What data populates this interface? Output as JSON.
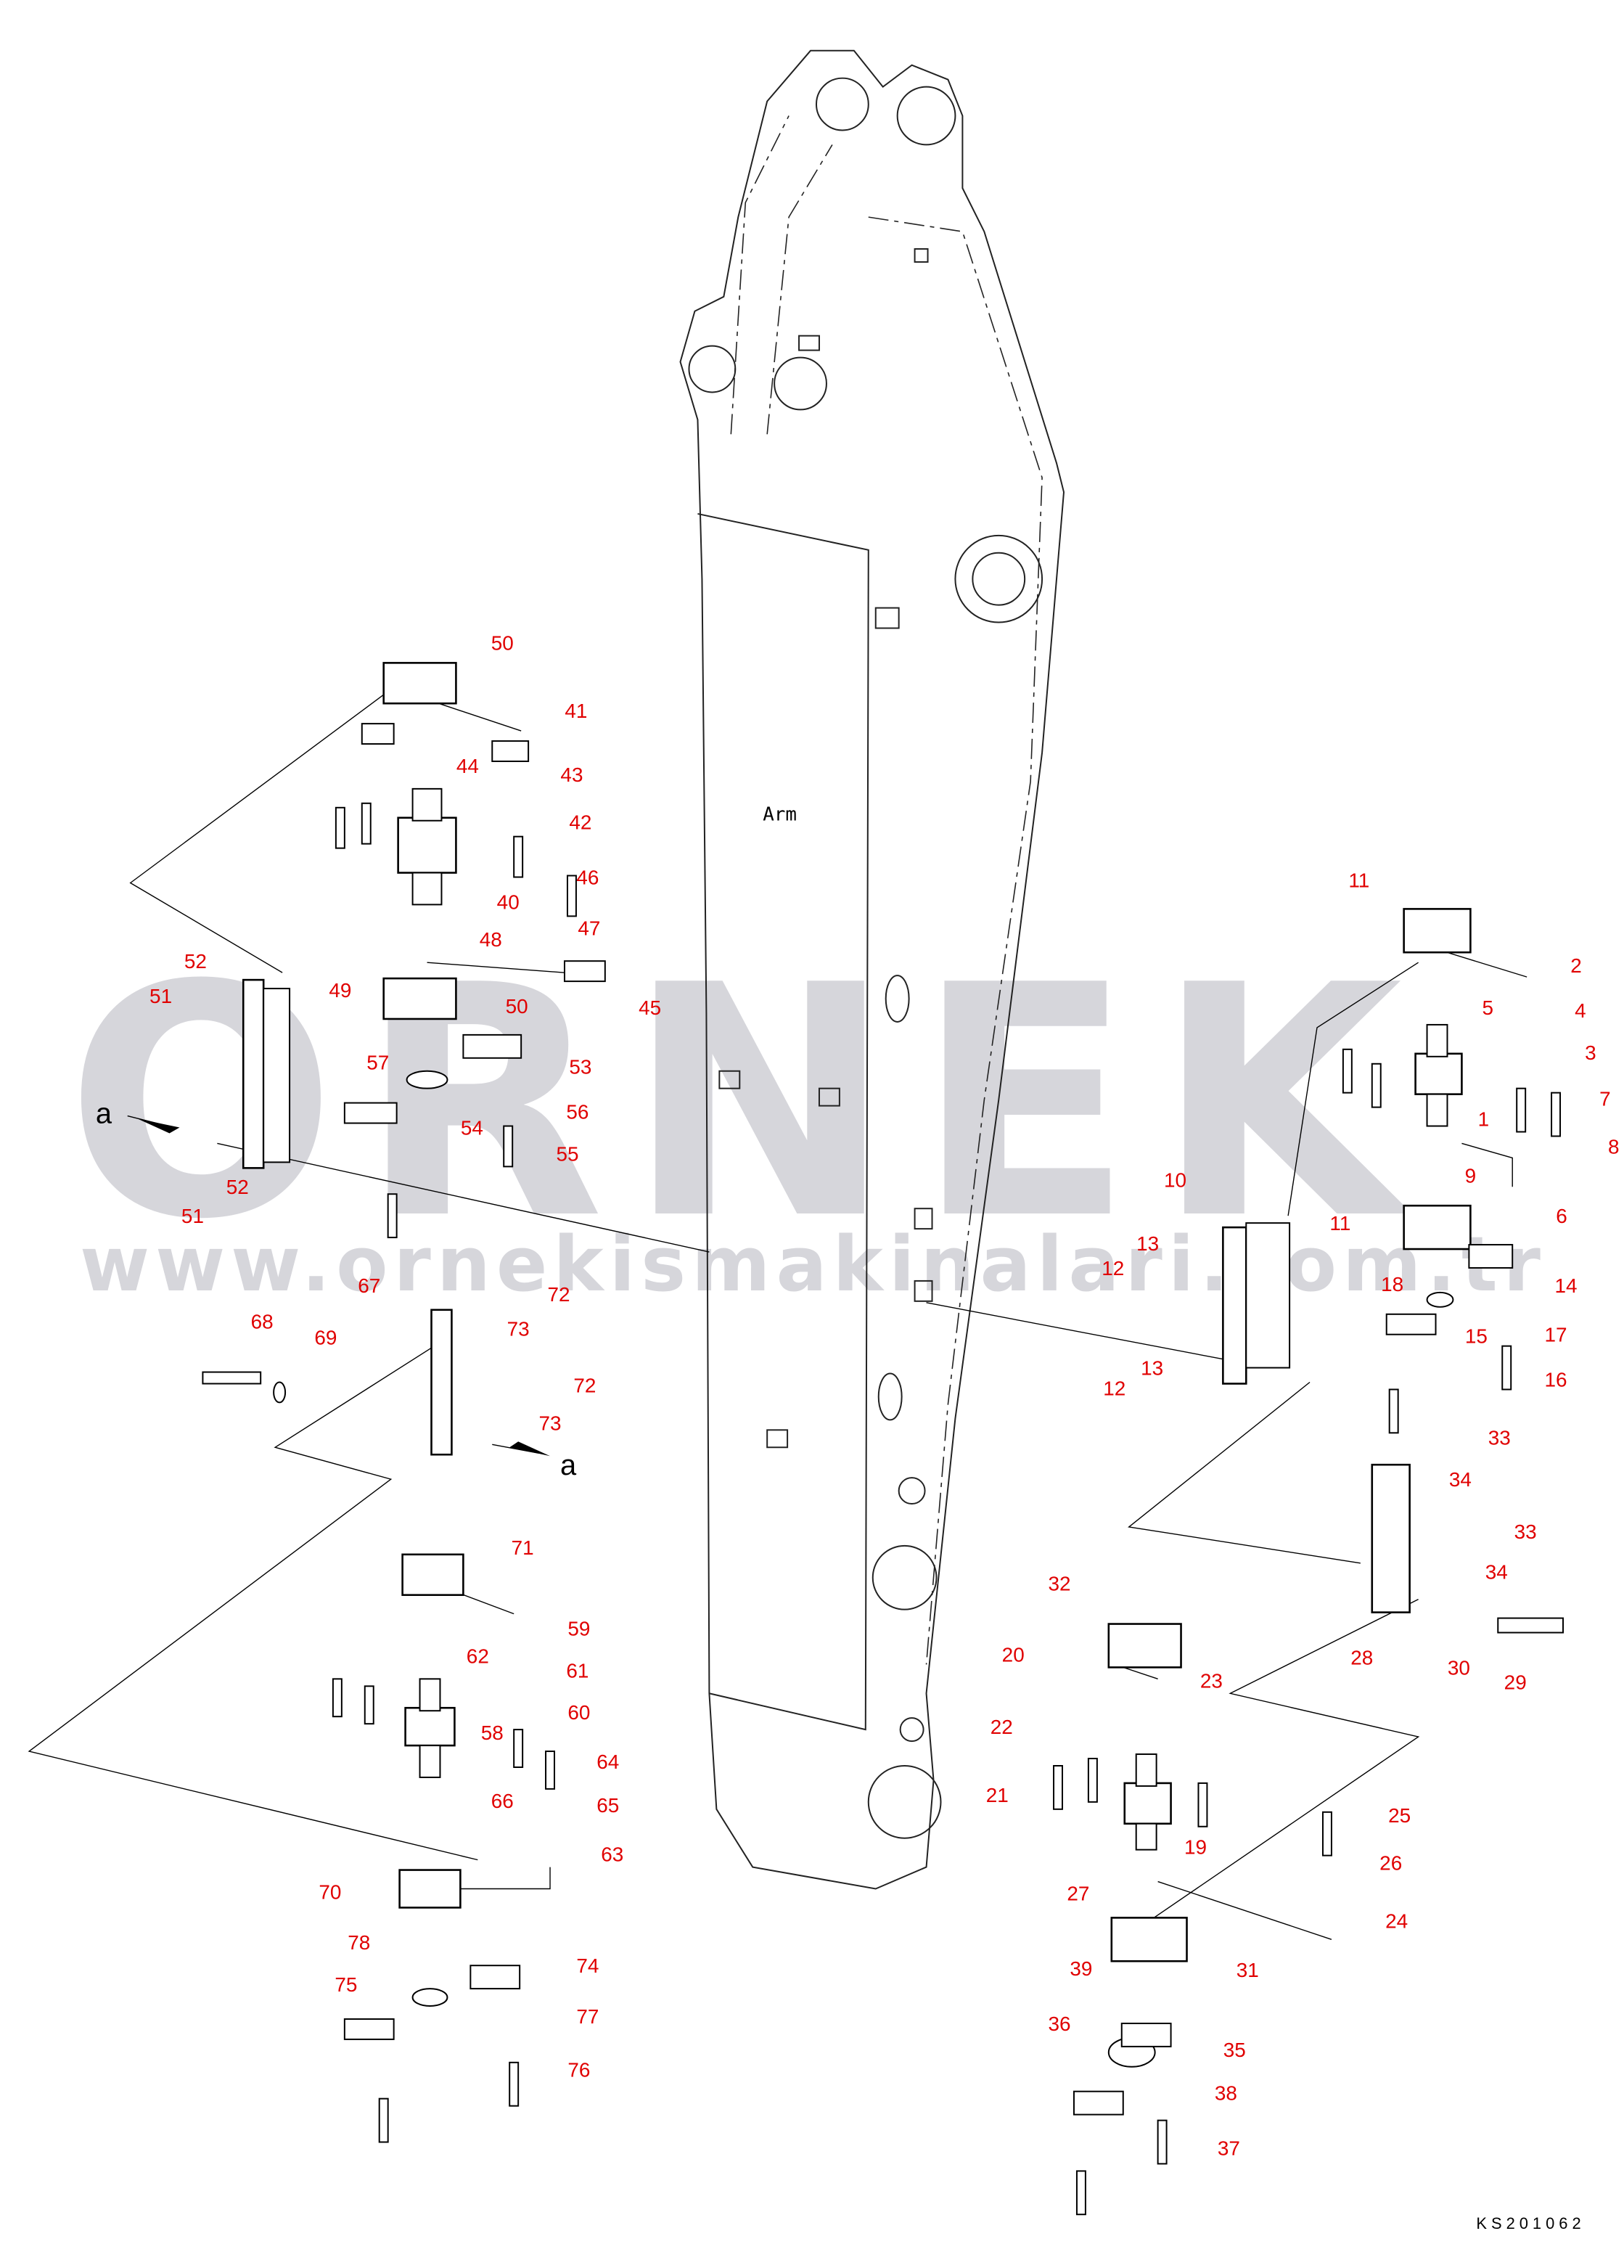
{
  "watermark": {
    "brand": "ORNEK",
    "url": "www.ornekismakinalari.com.tr"
  },
  "diagram": {
    "part_label": "Arm",
    "view_marker_start": "a",
    "view_marker_end": "a",
    "drawing_code": "KS201062"
  },
  "callouts": [
    "50",
    "41",
    "44",
    "43",
    "42",
    "40",
    "46",
    "47",
    "48",
    "45",
    "52",
    "51",
    "49",
    "50",
    "57",
    "53",
    "54",
    "56",
    "55",
    "52",
    "51",
    "67",
    "72",
    "73",
    "68",
    "69",
    "72",
    "73",
    "71",
    "59",
    "62",
    "61",
    "58",
    "60",
    "64",
    "66",
    "65",
    "63",
    "70",
    "78",
    "74",
    "75",
    "77",
    "76",
    "11",
    "2",
    "4",
    "5",
    "3",
    "7",
    "1",
    "8",
    "9",
    "6",
    "10",
    "11",
    "13",
    "12",
    "18",
    "14",
    "15",
    "17",
    "16",
    "13",
    "12",
    "33",
    "34",
    "33",
    "34",
    "32",
    "28",
    "30",
    "29",
    "20",
    "23",
    "22",
    "21",
    "19",
    "25",
    "26",
    "24",
    "27",
    "31",
    "39",
    "36",
    "35",
    "38",
    "37"
  ],
  "colors": {
    "callout": "#e00000",
    "watermark": "#d6d6db",
    "line": "#000000"
  }
}
